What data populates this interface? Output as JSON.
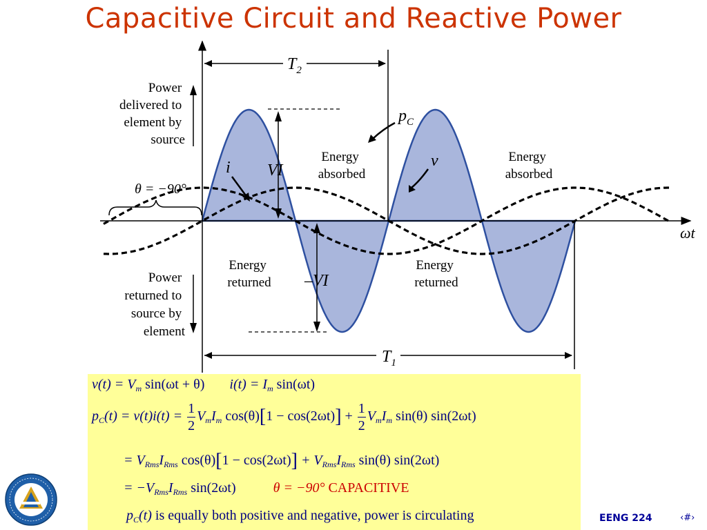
{
  "slide": {
    "title": "Capacitive Circuit and Reactive Power",
    "footer_course": "EENG 224",
    "footer_page": "‹#›"
  },
  "figure": {
    "labels": {
      "T2": "T",
      "T2_sub": "2",
      "T1": "T",
      "T1_sub": "1",
      "pC": "p",
      "pC_sub": "C",
      "i": "i",
      "v": "v",
      "VI": "VI",
      "negVI": "–VI",
      "wt": "ωt",
      "theta": "θ = −90°",
      "delivered": [
        "Power",
        "delivered to",
        "element by",
        "source"
      ],
      "returned": [
        "Power",
        "returned to",
        "source by",
        "element"
      ],
      "absorbed1": [
        "Energy",
        "absorbed"
      ],
      "absorbed2": [
        "Energy",
        "absorbed"
      ],
      "returned1": [
        "Energy",
        "returned"
      ],
      "returned2": [
        "Energy",
        "returned"
      ]
    },
    "colors": {
      "fill": "#a9b6dc",
      "stroke": "#2e50a0"
    }
  },
  "formulas": {
    "l1_a": "v(t) = V",
    "l1_a_sub": "m",
    "l1_b": " sin(ωt + θ)",
    "l1_c": "i(t) = I",
    "l1_c_sub": "m",
    "l1_d": " sin(ωt)",
    "l2_lhs": "p",
    "l2_lhs_sub": "C",
    "l2_rest": "(t) = v(t)i(t) =",
    "half_num": "1",
    "half_den": "2",
    "l2_vm": "V",
    "l2_vm_sub": "m",
    "l2_im": "I",
    "l2_im_sub": "m",
    "l2_cos": " cos(θ)",
    "l2_br_open": "[",
    "l2_inner": "1 − cos(2ωt)",
    "l2_br_close": "]",
    "l2_plus": " + ",
    "l2_sin": " sin(θ) sin(2ωt)",
    "l3_eq": "= V",
    "rms": "Rms",
    "l3_i": "I",
    "l3_plus_v": " + V",
    "l4_eq": "= −V",
    "l4_sin": " sin(2ωt)",
    "l4_theta": "θ = −90°",
    "l4_cap": "CAPACITIVE",
    "l5_p": "p",
    "l5_sub": "C",
    "l5_t": "(t)",
    "l5_text": " is equally both positive and negative, power is circulating"
  }
}
